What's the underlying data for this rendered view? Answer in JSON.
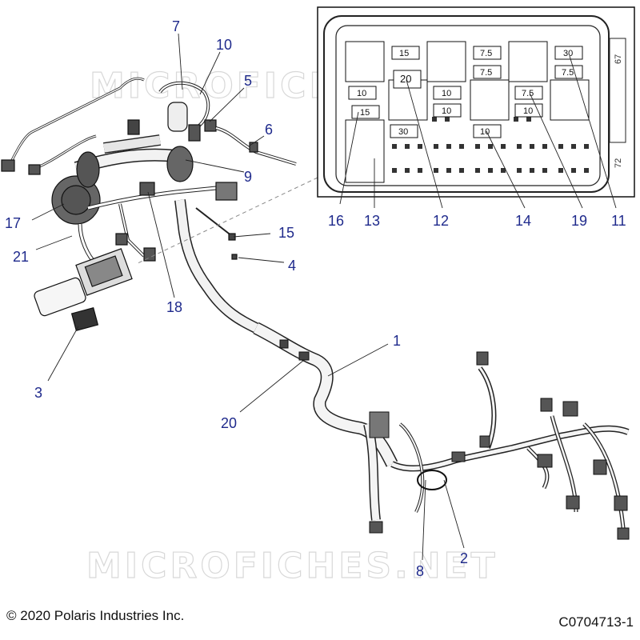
{
  "callouts": {
    "c1": "1",
    "c2": "2",
    "c3": "3",
    "c4": "4",
    "c5": "5",
    "c6": "6",
    "c7": "7",
    "c8": "8",
    "c9": "9",
    "c10": "10",
    "c11": "11",
    "c12": "12",
    "c13": "13",
    "c14": "14",
    "c15": "15",
    "c16": "16",
    "c17": "17",
    "c18": "18",
    "c19": "19",
    "c20": "20",
    "c21": "21"
  },
  "fuse_box": {
    "ratings": {
      "r15a": "15",
      "r20": "20",
      "r7_5a": "7.5",
      "r7_5b": "7.5",
      "r30a": "30",
      "r7_5c": "7.5",
      "r10a": "10",
      "r10b": "10",
      "r7_5d": "7.5",
      "r15b": "15",
      "r10c": "10",
      "r30b": "30",
      "r10d": "10"
    },
    "side_labels": {
      "top": "67",
      "bottom": "72"
    }
  },
  "watermark": "MICROFICHES.NET",
  "footer": {
    "copyright": "© 2020 Polaris Industries Inc.",
    "diagram_code": "C0704713-1"
  },
  "colors": {
    "callout": "#1f2a8c",
    "line": "#222222",
    "watermark": "#d8d8d8"
  }
}
